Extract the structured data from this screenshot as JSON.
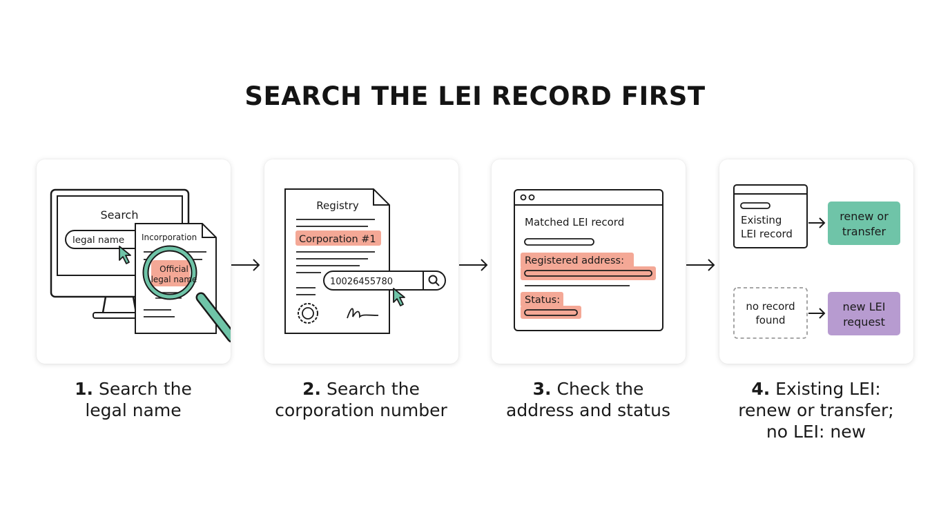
{
  "title": "SEARCH THE LEI RECORD FIRST",
  "colors": {
    "highlight": "#f4a896",
    "teal": "#6fc4a8",
    "purple": "#b79bd0",
    "stroke": "#1a1a1a"
  },
  "steps": [
    {
      "number": "1.",
      "caption_line1": "Search the",
      "caption_line2": "legal name",
      "search_label": "Search",
      "input_value": "legal name",
      "doc_title": "Incorporation",
      "magnified_line1": "Official",
      "magnified_line2": "legal name"
    },
    {
      "number": "2.",
      "caption_line1": "Search the",
      "caption_line2": "corporation number",
      "doc_title": "Registry",
      "highlight_text": "Corporation #1",
      "search_value": "10026455780"
    },
    {
      "number": "3.",
      "caption_line1": "Check the",
      "caption_line2": "address and status",
      "window_title": "Matched LEI record",
      "address_label": "Registered address:",
      "status_label": "Status:"
    },
    {
      "number": "4.",
      "caption_line1": "Existing LEI:",
      "caption_line2": "renew or transfer;",
      "caption_line3": "no LEI: new",
      "existing_line1": "Existing",
      "existing_line2": "LEI record",
      "renew_line1": "renew or",
      "renew_line2": "transfer",
      "none_line1": "no record",
      "none_line2": "found",
      "new_line1": "new LEI",
      "new_line2": "request"
    }
  ]
}
